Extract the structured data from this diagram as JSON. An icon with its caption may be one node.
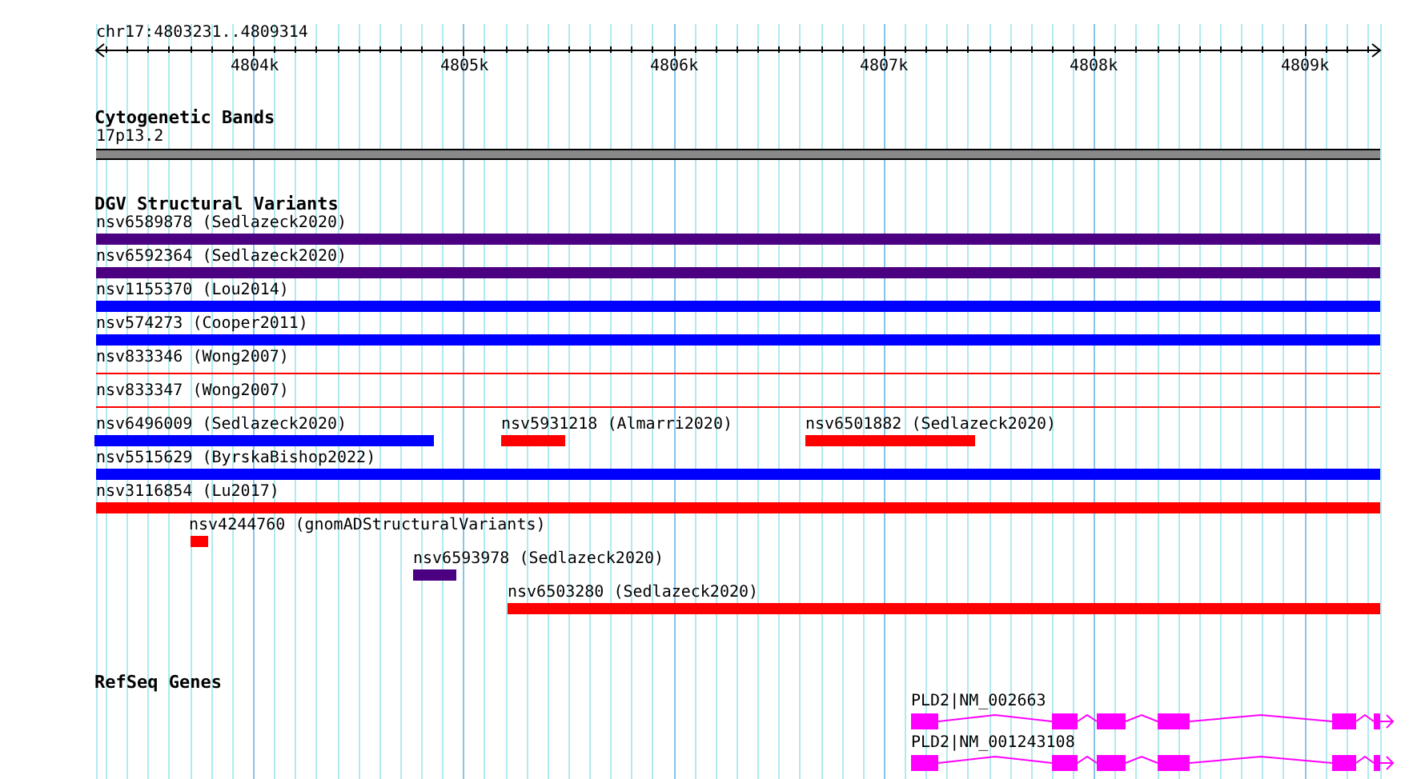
{
  "diagram": {
    "nodes": [
      {
        "text": [
          "17p13.2"
        ]
      },
      {
        "text": [
          "nsv6589878 (Sedlazeck2020)"
        ]
      },
      {
        "text": [
          "nsv6592364 (Sedlazeck2020)"
        ]
      },
      {
        "text": [
          "nsv1155370 (Lou2014)"
        ]
      },
      {
        "text": [
          "nsv574273 (Cooper2011)"
        ]
      },
      {
        "text": [
          "nsv833346 (Wong2007)"
        ]
      },
      {
        "text": [
          "nsv833347 (Wong2007)"
        ]
      },
      {
        "text": [
          "nsv6496009 (Sedlazeck2020)"
        ]
      },
      {
        "text": [
          "nsv5931218 (Almarri2020)"
        ]
      },
      {
        "text": [
          "nsv6501882 (Sedlazeck2020)"
        ]
      },
      {
        "text": [
          "nsv5515629 (ByrskaBishop2022)"
        ]
      },
      {
        "text": [
          "nsv3116854 (Lu2017)"
        ]
      },
      {
        "text": [
          "nsv4244760 (gnomADStructuralVariants)"
        ]
      },
      {
        "text": [
          "nsv6593978 (Sedlazeck2020)"
        ]
      },
      {
        "text": [
          "nsv6503280 (Sedlazeck2020)"
        ]
      },
      {
        "text": [
          "PLD2|NM_002663"
        ]
      },
      {
        "text": [
          "PLD2|NM_001243108"
        ]
      }
    ],
    "labels": [
      "chr17:4803231..4809314",
      "4804k",
      "4805k",
      "4806k",
      "4807k",
      "4808k",
      "4809k",
      "Cytogenetic Bands",
      "DGV Structural Variants",
      "RefSeq Genes"
    ]
  }
}
